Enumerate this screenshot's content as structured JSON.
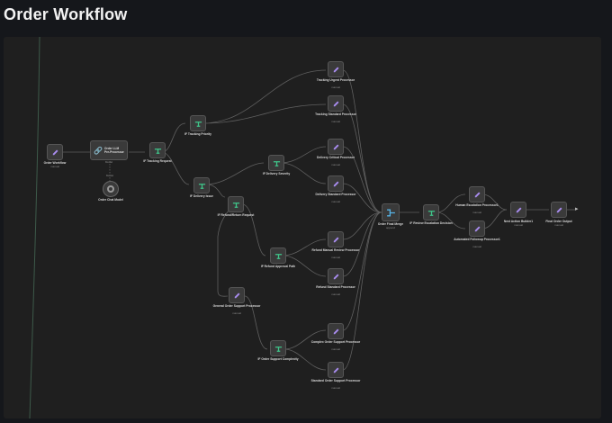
{
  "header": {
    "title": "Order Workflow"
  },
  "colors": {
    "background": "#15171b",
    "canvas": "#1f1f1f",
    "node": "#3a3a3a",
    "edit_icon": "#a98cf0",
    "branch_icon": "#3fc68a",
    "edge": "#6a6a6a"
  },
  "nodes": {
    "order_workflow": {
      "label": "Order Workflow",
      "sub": "manual"
    },
    "llm_preprocessor": {
      "label": "Order LLM Pre-Processor",
      "sub": "Model"
    },
    "chat_model": {
      "label": "Order Chat Model",
      "sub": "Model"
    },
    "if_tracking_request": {
      "label": "IF Tracking Request"
    },
    "if_tracking_priority": {
      "label": "IF Tracking Priority"
    },
    "tracking_urgent": {
      "label": "Tracking Urgent Processor",
      "sub": "manual"
    },
    "tracking_standard": {
      "label": "Tracking Standard Processor",
      "sub": "manual"
    },
    "if_delivery_issue": {
      "label": "IF Delivery Issue"
    },
    "if_delivery_severity": {
      "label": "IF Delivery Severity"
    },
    "delivery_critical": {
      "label": "Delivery Critical Processor",
      "sub": "manual"
    },
    "delivery_standard": {
      "label": "Delivery Standard Processor",
      "sub": "manual"
    },
    "if_refund_request": {
      "label": "IF Refund/Return Request"
    },
    "if_refund_approval": {
      "label": "IF Refund Approval Path"
    },
    "refund_manual_review": {
      "label": "Refund Manual Review Processor",
      "sub": "manual"
    },
    "refund_standard": {
      "label": "Refund Standard Processor",
      "sub": "manual"
    },
    "general_support": {
      "label": "General Order Support Processor",
      "sub": "manual"
    },
    "if_support_complexity": {
      "label": "IF Order Support Complexity"
    },
    "complex_support": {
      "label": "Complex Order Support Processor",
      "sub": "manual"
    },
    "standard_support": {
      "label": "Standard Order Support Processor",
      "sub": "manual"
    },
    "final_merge": {
      "label": "Order Final Merge",
      "sub": "append"
    },
    "if_review_escalation": {
      "label": "IF Review Escalation Decision"
    },
    "human_escalation": {
      "label": "Human Escalation Processor1",
      "sub": "manual"
    },
    "automated_followup": {
      "label": "Automated Followup Processor1",
      "sub": "manual"
    },
    "next_action_builder": {
      "label": "Next Action Builder1",
      "sub": "manual"
    },
    "final_output": {
      "label": "Final Order Output",
      "sub": "manual"
    }
  }
}
